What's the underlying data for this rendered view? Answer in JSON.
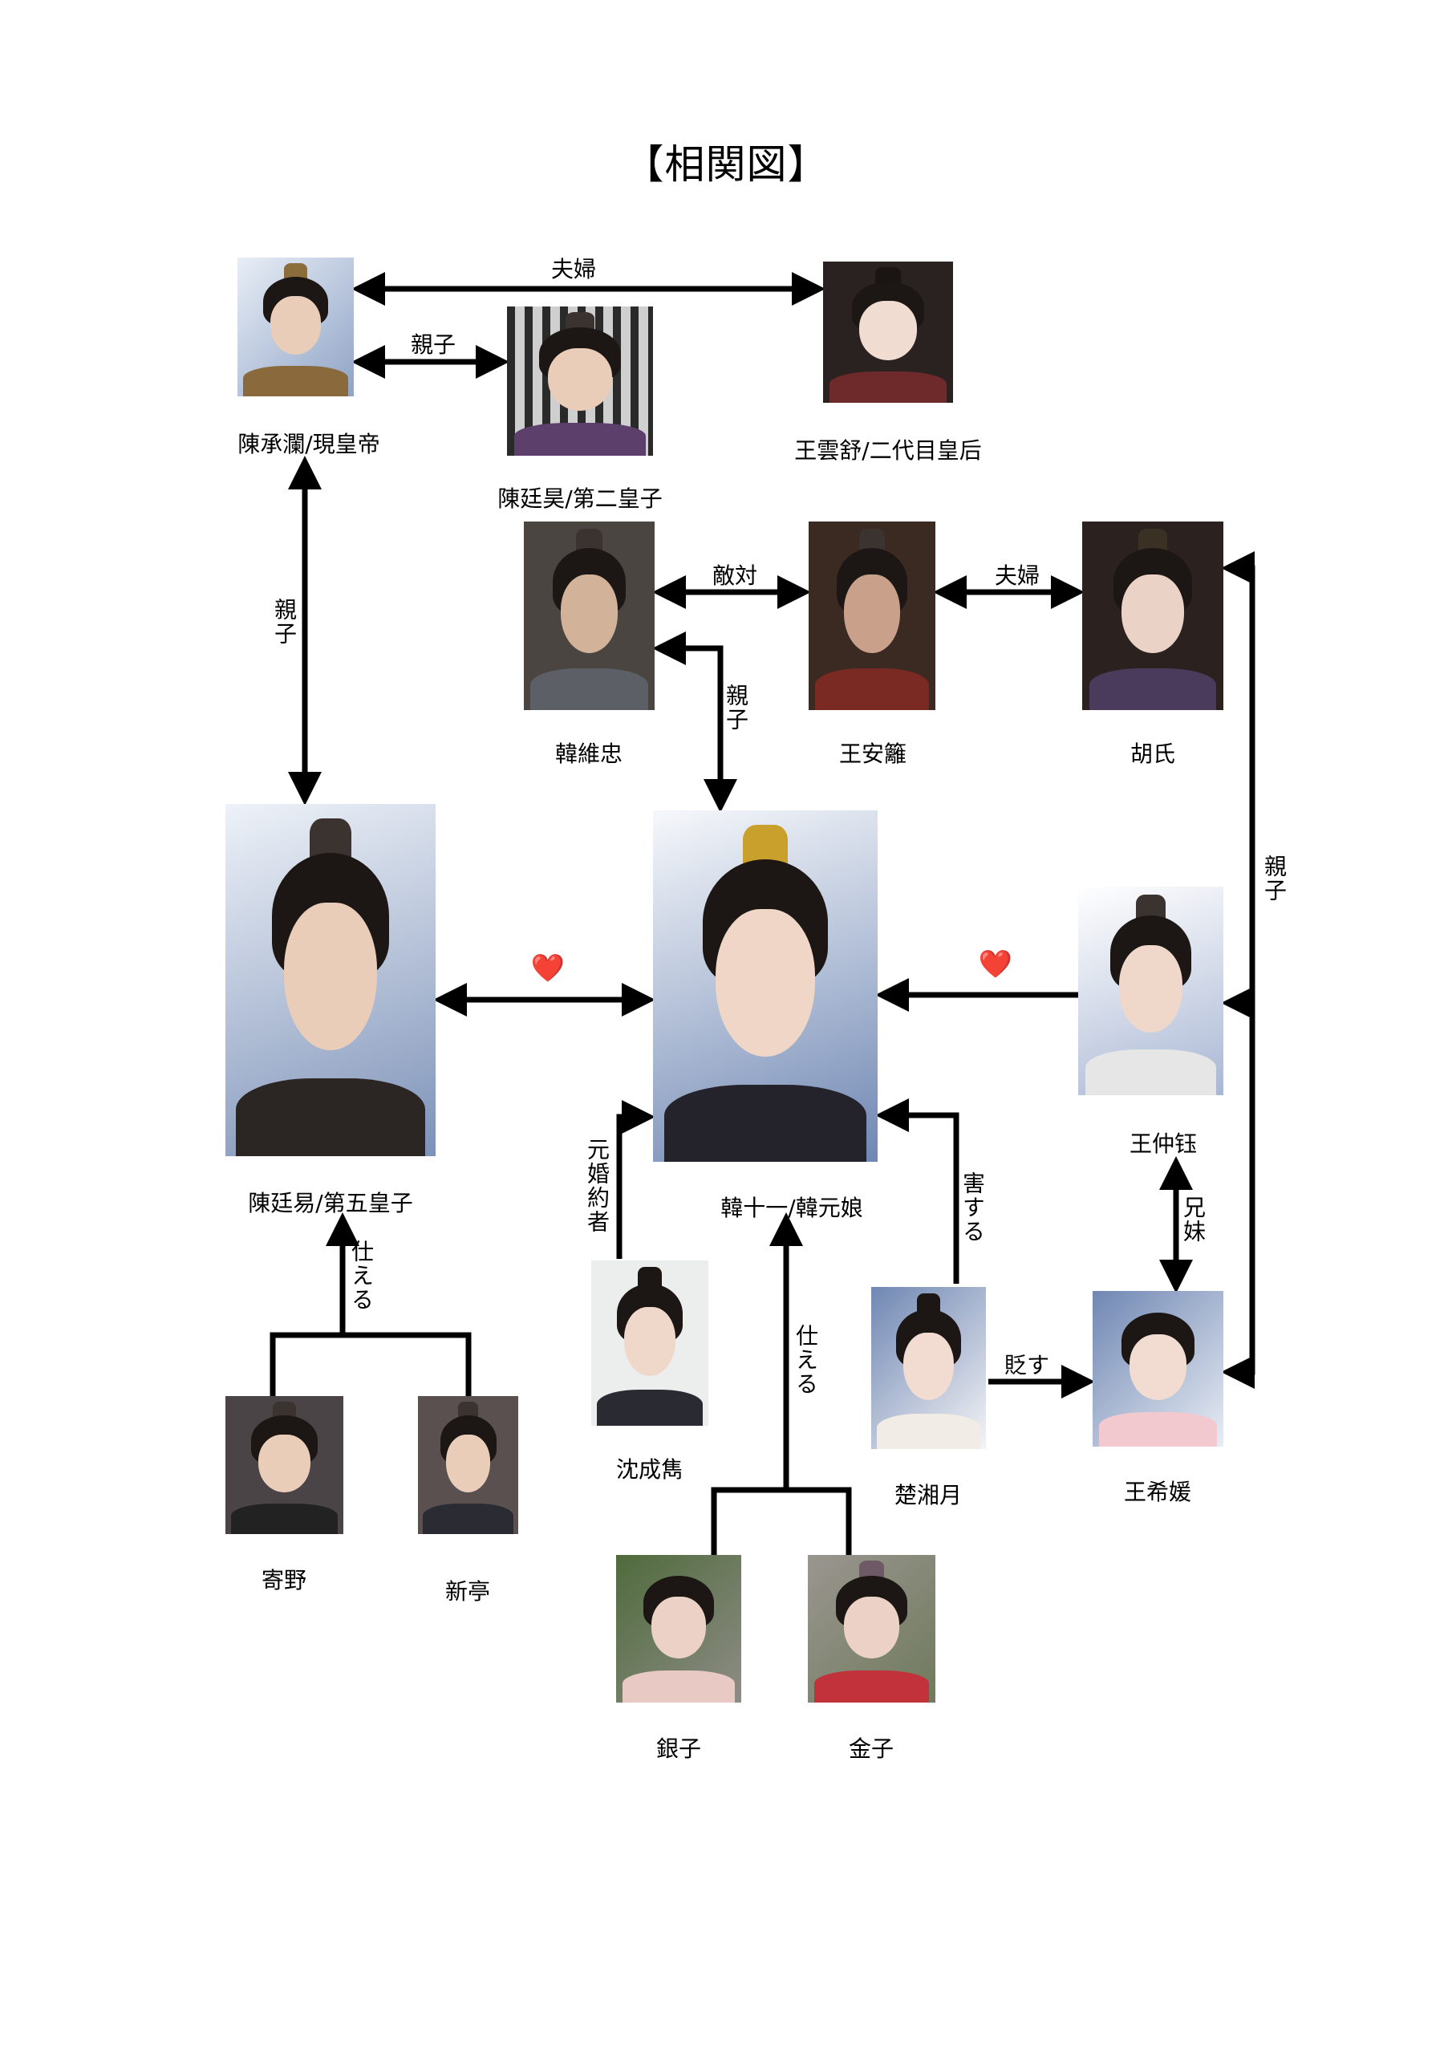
{
  "title": "【相関図】",
  "characters": {
    "chen_chenglan": {
      "name": "陳承瀾/現皇帝",
      "photo": "portrait-emperor"
    },
    "chen_tinghao": {
      "name": "陳廷昊/第二皇子",
      "photo": "portrait-second-prince"
    },
    "wang_yunshu": {
      "name": "王雲舒/二代目皇后",
      "photo": "portrait-empress"
    },
    "han_weizhong": {
      "name": "韓維忠",
      "photo": "portrait-han-weizhong"
    },
    "wang_anli": {
      "name": "王安籬",
      "photo": "portrait-wang-anli"
    },
    "hu_shi": {
      "name": "胡氏",
      "photo": "portrait-hu-shi"
    },
    "chen_tingyi": {
      "name": "陳廷易/第五皇子",
      "photo": "portrait-fifth-prince"
    },
    "han_shiyi": {
      "name": "韓十一/韓元娘",
      "photo": "portrait-han-shiyi"
    },
    "wang_zhongyu": {
      "name": "王仲钰",
      "photo": "portrait-wang-zhongyu"
    },
    "shen_chengjun": {
      "name": "沈成雋",
      "photo": "portrait-shen-chengjun"
    },
    "chu_xiangyue": {
      "name": "楚湘月",
      "photo": "portrait-chu-xiangyue"
    },
    "wang_xiyuan": {
      "name": "王希媛",
      "photo": "portrait-wang-xiyuan"
    },
    "ji_ye": {
      "name": "寄野",
      "photo": "portrait-ji-ye"
    },
    "xin_ting": {
      "name": "新亭",
      "photo": "portrait-xin-ting"
    },
    "yinzi": {
      "name": "銀子",
      "photo": "portrait-yinzi"
    },
    "jinzi": {
      "name": "金子",
      "photo": "portrait-jinzi"
    }
  },
  "relations": {
    "emperor_empress": "夫婦",
    "emperor_second_prince": "親子",
    "emperor_fifth_prince": "親子",
    "han_wang_enemy": "敵対",
    "wang_hu_couple": "夫婦",
    "han_shiyi_parent": "親子",
    "hu_children": "親子",
    "fifth_prince_love": "❤️",
    "zhongyu_love": "❤️",
    "ex_fiance": "元婚約者",
    "harm": "害する",
    "siblings": "兄妹",
    "belittle": "貶す",
    "serve_fifth_prince": "仕える",
    "serve_han_shiyi": "仕える"
  },
  "colors": {
    "line": "#000000",
    "heart": "#e0262a",
    "background": "#ffffff"
  }
}
